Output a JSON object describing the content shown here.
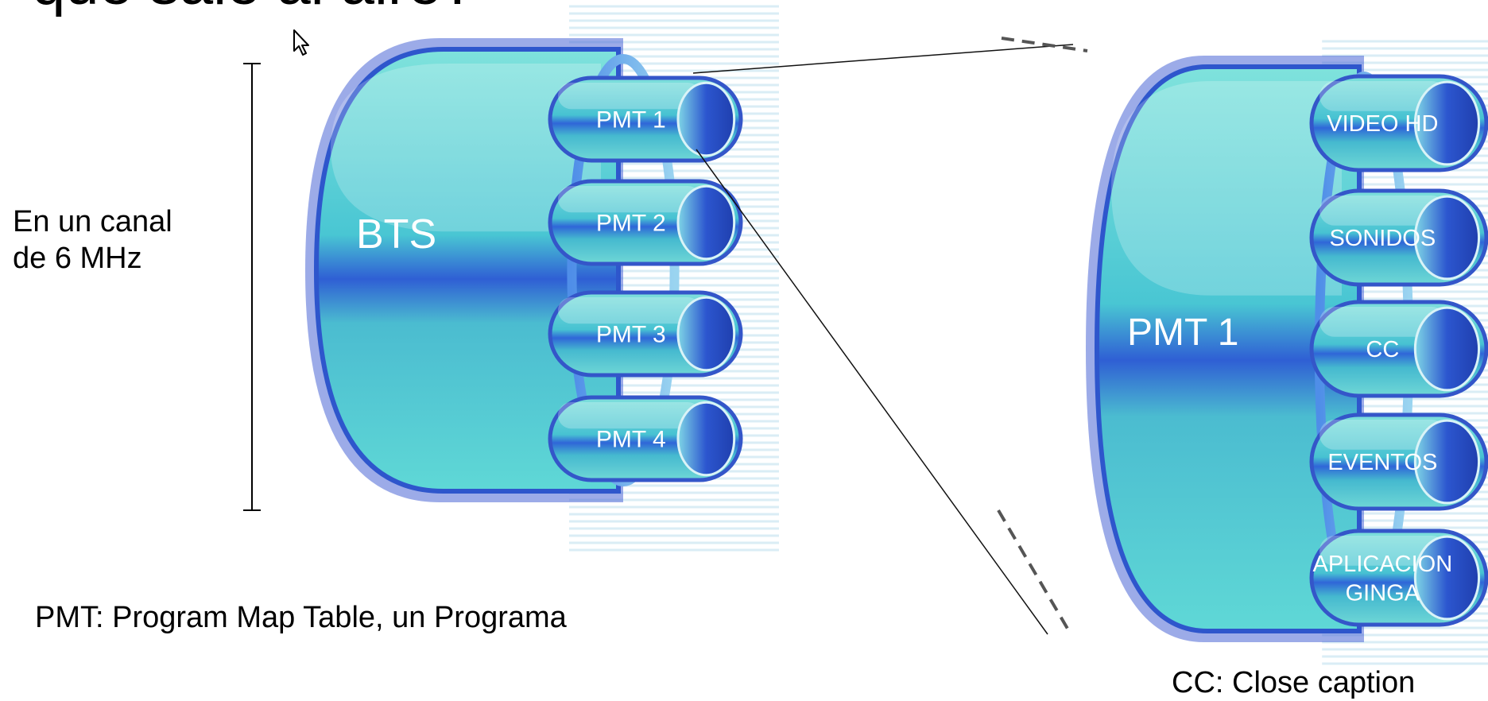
{
  "title": "que sale al aire?",
  "channel_label": [
    "En un canal",
    "de 6 MHz"
  ],
  "left_diagram": {
    "main_label": "BTS",
    "items": [
      "PMT 1",
      "PMT 2",
      "PMT 3",
      "PMT 4"
    ]
  },
  "right_diagram": {
    "main_label": "PMT 1",
    "items": [
      {
        "lines": [
          "VIDEO HD"
        ]
      },
      {
        "lines": [
          "SONIDOS"
        ]
      },
      {
        "lines": [
          "CC"
        ]
      },
      {
        "lines": [
          "EVENTOS"
        ]
      },
      {
        "lines": [
          "APLICACION",
          "GINGA"
        ]
      }
    ]
  },
  "footnotes": {
    "pmt": "PMT: Program Map Table, un Programa",
    "cc": "CC: Close caption"
  },
  "colors": {
    "drum_dark": "#2f5fd4",
    "drum_light": "#5fd8d6",
    "pill_border": "#3456c9",
    "stripe": "#d2e9f3"
  },
  "icons": {
    "cursor": "mouse-pointer-icon"
  }
}
